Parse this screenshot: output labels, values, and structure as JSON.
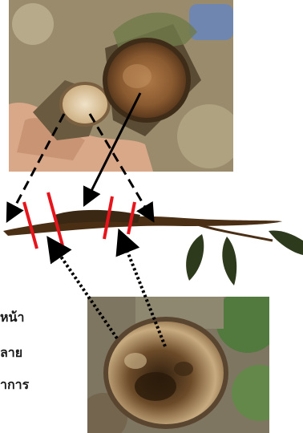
{
  "side_labels": [
    "หน้า",
    "ลาย",
    "าการ"
  ],
  "colors": {
    "branch": "#4a2f14",
    "leaf": "#2e3a1c",
    "cut_mark": "#e8141c",
    "arrow": "#000000",
    "bark": "#5b4a33",
    "wood_light": "#d9c3a0",
    "stained_wood": "#3b2814"
  },
  "icons": {
    "top_photo": "cut-branch-photo",
    "bottom_photo": "stained-cross-section-photo"
  }
}
